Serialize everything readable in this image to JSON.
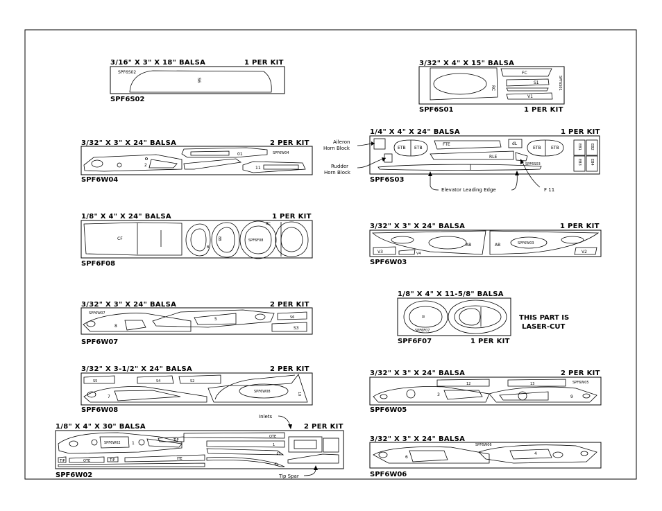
{
  "sheets": {
    "s02": {
      "header": "3/16\" X 3\" X 18\" BALSA",
      "qty": "1 PER KIT",
      "code": "SPF6S02",
      "labels": {
        "part_code": "SPF6S02",
        "piece": "S6"
      }
    },
    "s01": {
      "header": "3/32\" X 4\" X 15\" BALSA",
      "code": "SPF6S01",
      "qty": "1 PER KIT",
      "labels": {
        "fc": "FC",
        "s1": "S1",
        "v1": "V1",
        "rc": "RC",
        "vert": "SPF6S01"
      }
    },
    "w04": {
      "header": "3/32\" X 3\" X 24\" BALSA",
      "qty": "2 PER KIT",
      "code": "SPF6W04",
      "labels": {
        "part_code": "SPF6W04",
        "n01": "01",
        "n2": "2",
        "n11": "11"
      }
    },
    "s03": {
      "header": "1/4\" X 4\" X 24\" BALSA",
      "qty": "1 PER KIT",
      "code": "SPF6S03",
      "labels": {
        "etb1": "ETB",
        "etb2": "ETB",
        "fte": "FTE",
        "dl": "dL",
        "etb3": "ETB",
        "etb4": "ETB",
        "rle": "RLE",
        "part_code": "SPF6S03",
        "eb1": "EB1",
        "eb2": "EB2",
        "eb3": "EB3",
        "eb4": "EB4"
      }
    },
    "f08": {
      "header": "1/8\" X 4\" X 24\" BALSA",
      "qty": "1 PER KIT",
      "code": "SPF6F08",
      "labels": {
        "cf": "CF",
        "b": "B",
        "b8": "8B",
        "bc": "BC",
        "part_code": "SPF6F08"
      }
    },
    "w03": {
      "header": "3/32\" X 3\" X 24\" BALSA",
      "qty": "1 PER KIT",
      "code": "SPF6W03",
      "labels": {
        "v3": "V3",
        "v4": "V4",
        "ab1": "AB",
        "ab2": "AB",
        "part_code": "SPF6W03",
        "v2": "V2"
      }
    },
    "w07": {
      "header": "3/32\" X 3\" X 24\" BALSA",
      "qty": "2 PER KIT",
      "code": "SPF6W07",
      "labels": {
        "part_code": "SPF6W07",
        "n8": "8",
        "n5": "5",
        "s6": "S6",
        "s3": "S3"
      }
    },
    "f07": {
      "header": "1/8\" X 4\" X 11-5/8\" BALSA",
      "code": "SPF6F07",
      "qty": "1 PER KIT",
      "labels": {
        "b": "B",
        "part_code": "SPF6F07"
      }
    },
    "w08": {
      "header": "3/32\" X 3-1/2\" X 24\" BALSA",
      "qty": "2 PER KIT",
      "code": "SPF6W08",
      "labels": {
        "s5": "S5",
        "s4": "S4",
        "s2": "S2",
        "n7": "7",
        "part_code": "SPF6W08",
        "n10": "10"
      }
    },
    "w05": {
      "header": "3/32\" X 3\" X 24\" BALSA",
      "qty": "2 PER KIT",
      "code": "SPF6W05",
      "labels": {
        "n12": "12",
        "n13": "13",
        "part_code": "SPF6W05",
        "n3": "3",
        "n9": "9"
      }
    },
    "w02": {
      "header": "1/8\" X 4\" X 30\" BALSA",
      "qty": "2 PER KIT",
      "code": "SPF6W02",
      "labels": {
        "n1": "1",
        "part_code": "SPF6W02",
        "tip1": "TIP",
        "ote": "OTE",
        "n1b": "1",
        "ote2": "OTE",
        "ite": "ITE",
        "tip2": "TIP",
        "ite2": "ITE",
        "tip3": "TIP",
        "st": "ST",
        "s1": "S1"
      }
    },
    "w06": {
      "header": "3/32\" X 3\" X 24\" BALSA",
      "code": "SPF6W06",
      "labels": {
        "part_code": "SPF6W06",
        "n6": "6",
        "n4": "4"
      }
    }
  },
  "callouts": {
    "aileron": "Aileron",
    "horn_block": "Horn Block",
    "rudder": "Rudder",
    "rudder_horn_block": "Horn Block",
    "elevator_le": "Elevator Leading Edge",
    "f11": "F 11",
    "inlets": "Inlets",
    "tip_spar": "Tip Spar"
  },
  "laser_note": {
    "line1": "THIS PART IS",
    "line2": "LASER-CUT"
  }
}
